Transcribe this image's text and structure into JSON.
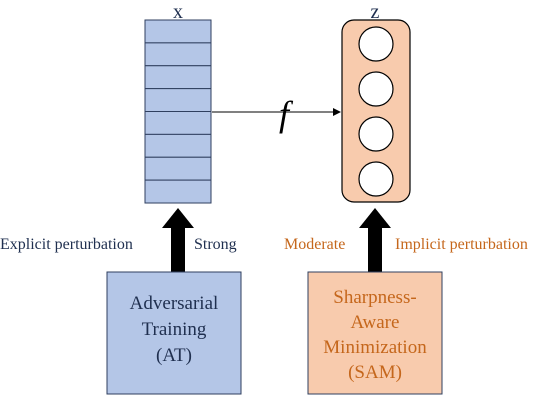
{
  "input": {
    "label": "x",
    "rows": 8
  },
  "output": {
    "label": "z",
    "neurons": 4
  },
  "mapping": {
    "label": "f"
  },
  "left": {
    "side_label": "Explicit perturbation",
    "strength_label": "Strong",
    "box_lines": [
      "Adversarial",
      "Training",
      "(AT)"
    ]
  },
  "right": {
    "strength_label": "Moderate",
    "side_label": "Implicit perturbation",
    "box_lines": [
      "Sharpness-",
      "Aware",
      "Minimization",
      "(SAM)"
    ]
  },
  "colors": {
    "blue_fill": "#b4c6e7",
    "blue_stroke": "#2f3f5f",
    "orange_fill": "#f8cbad",
    "dark_text": "#1f2f4f",
    "orange_text": "#c5671c",
    "arrow": "#000000"
  }
}
